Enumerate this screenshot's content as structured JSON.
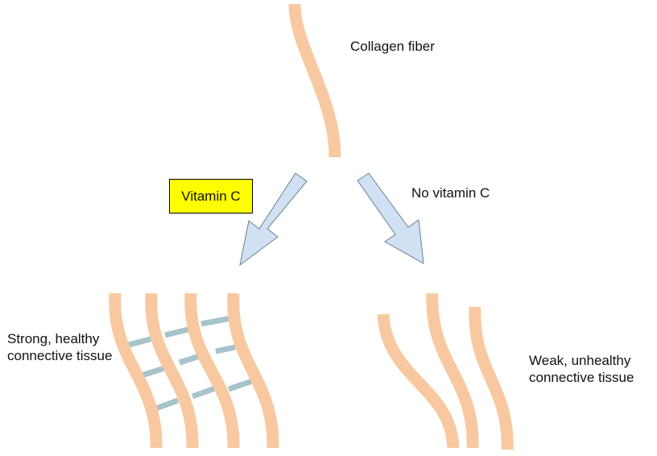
{
  "labels": {
    "collagen_fiber": "Collagen fiber",
    "vitamin_c": "Vitamin C",
    "no_vitamin_c": "No vitamin C",
    "strong_line1": "Strong, healthy",
    "strong_line2": "connective tissue",
    "weak_line1": "Weak, unhealthy",
    "weak_line2": "connective tissue"
  },
  "colors": {
    "collagen": "#f8c9a0",
    "crosslink": "#a7c3cb",
    "arrow_fill": "#cfe1f3",
    "arrow_stroke": "#6b7f96",
    "highlight": "#ffff00"
  }
}
